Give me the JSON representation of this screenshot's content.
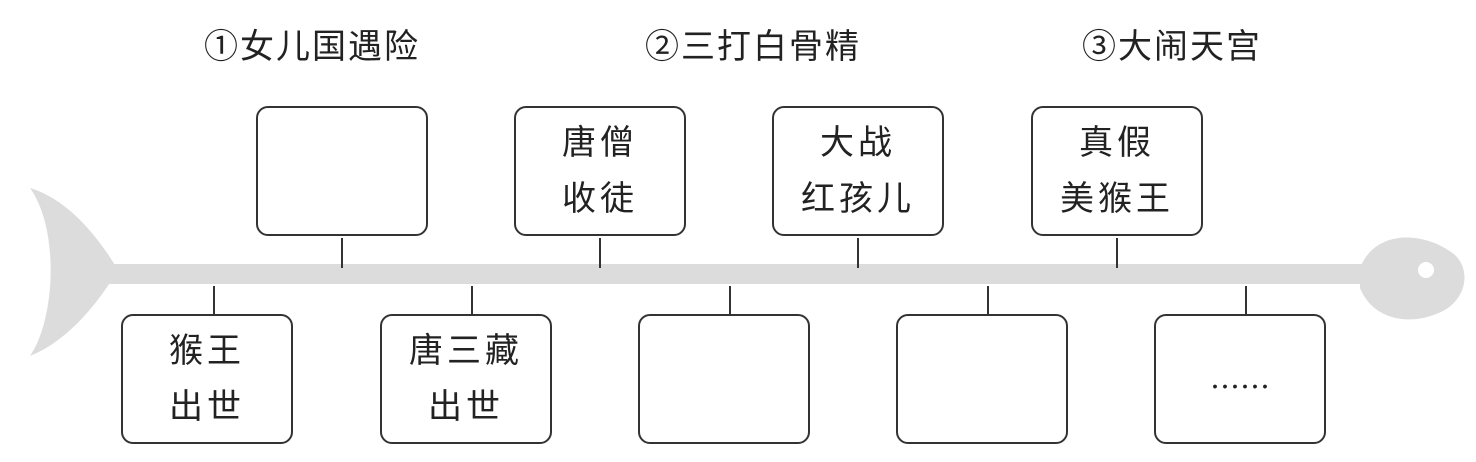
{
  "options": [
    {
      "label": "①女儿国遇险"
    },
    {
      "label": "②三打白骨精"
    },
    {
      "label": "③大闹天宫"
    }
  ],
  "top_boxes": [
    {
      "lines": [
        "",
        ""
      ]
    },
    {
      "lines": [
        "唐僧",
        "收徒"
      ]
    },
    {
      "lines": [
        "大战",
        "红孩儿"
      ]
    },
    {
      "lines": [
        "真假",
        "美猴王"
      ]
    }
  ],
  "bottom_boxes": [
    {
      "lines": [
        "猴王",
        "出世"
      ]
    },
    {
      "lines": [
        "唐三藏",
        "出世"
      ]
    },
    {
      "lines": [
        "",
        ""
      ]
    },
    {
      "lines": [
        "",
        ""
      ]
    },
    {
      "lines": [
        "……",
        ""
      ]
    }
  ],
  "colors": {
    "fish": "#dcdcdc",
    "line": "#333333"
  }
}
